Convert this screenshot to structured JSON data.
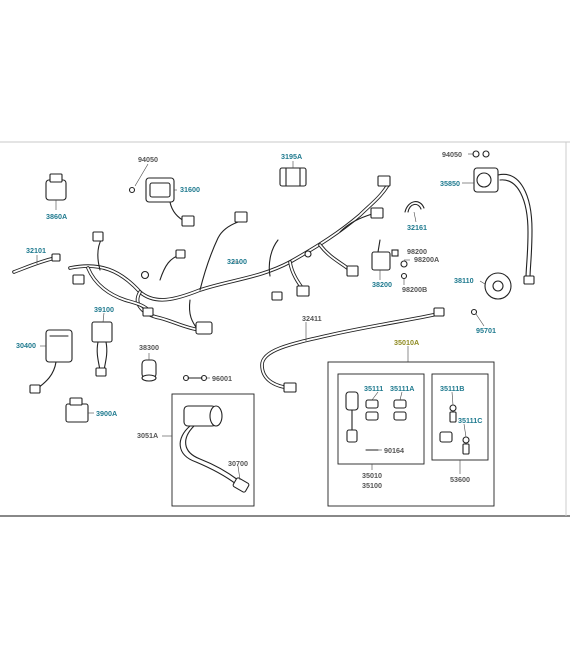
{
  "labels": {
    "p94050a": "94050",
    "p3195a": "3195A",
    "p94050b": "94050",
    "p31600": "31600",
    "p35850": "35850",
    "p3860a": "3860A",
    "p32161": "32161",
    "p32101": "32101",
    "p32100": "32100",
    "p98200": "98200",
    "p98200a": "98200A",
    "p38200": "38200",
    "p98200b": "98200B",
    "p38110": "38110",
    "p39100": "39100",
    "p32411": "32411",
    "p95701": "95701",
    "p30400": "30400",
    "p35010a": "35010A",
    "p38300": "38300",
    "p96001": "96001",
    "p35111": "35111",
    "p35111a": "35111A",
    "p35111b": "35111B",
    "p3900a": "3900A",
    "p35111c": "35111C",
    "p3051a": "3051A",
    "p90164": "90164",
    "p30700": "30700",
    "p35010": "35010",
    "p35100": "35100",
    "p53600": "53600"
  }
}
